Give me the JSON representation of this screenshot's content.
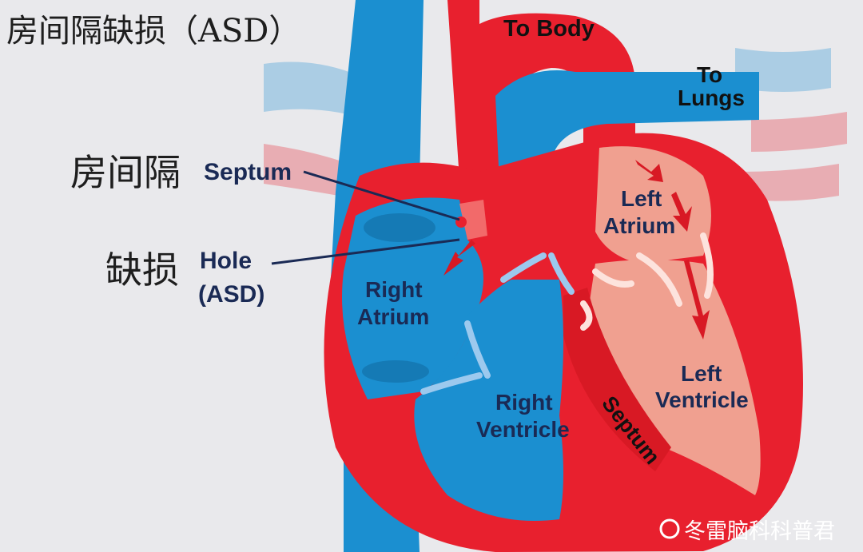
{
  "title": "房间隔缺损（ASD）",
  "labels": {
    "to_body": "To Body",
    "to_lungs_1": "To",
    "to_lungs_2": "Lungs",
    "septum_zh": "房间隔",
    "septum_en": "Septum",
    "hole_zh": "缺损",
    "hole_en_1": "Hole",
    "hole_en_2": "(ASD)",
    "right_atrium_1": "Right",
    "right_atrium_2": "Atrium",
    "left_atrium_1": "Left",
    "left_atrium_2": "Atrium",
    "right_ventricle_1": "Right",
    "right_ventricle_2": "Ventricle",
    "left_ventricle_1": "Left",
    "left_ventricle_2": "Ventricle",
    "septum_lower": "Septum"
  },
  "watermark": "冬雷脑科科普君",
  "colors": {
    "oxygenated": "#e8202e",
    "deoxygenated": "#1b8fd0",
    "left_chamber": "#f0a090",
    "background": "#e9e9ec"
  }
}
